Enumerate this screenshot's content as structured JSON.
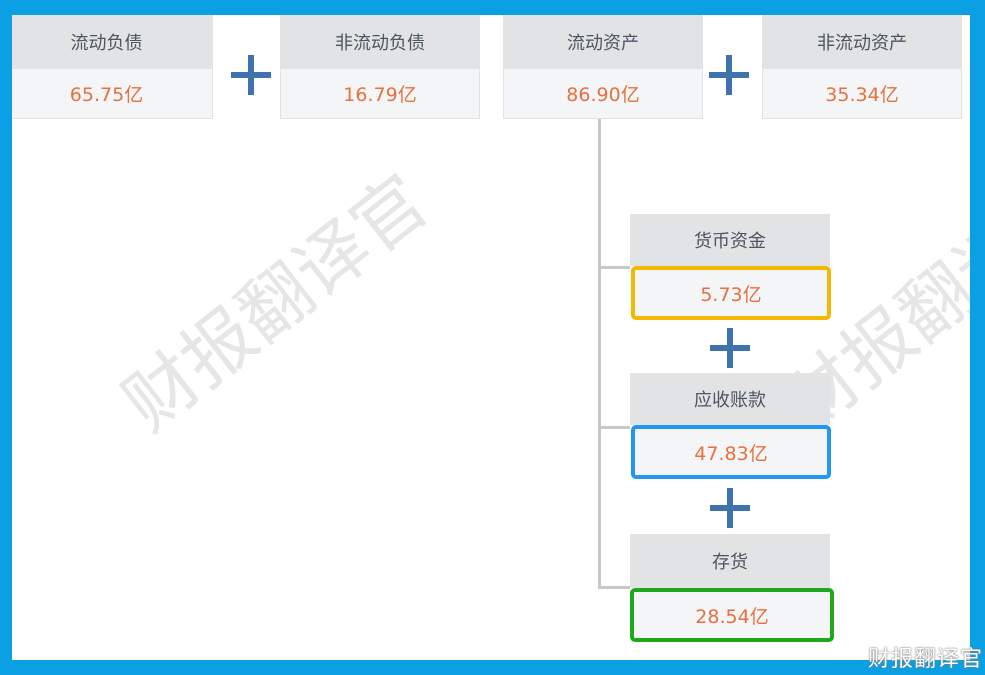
{
  "top_row": [
    {
      "label": "流动负债",
      "value": "65.75亿"
    },
    {
      "label": "非流动负债",
      "value": "16.79亿"
    },
    {
      "label": "流动资产",
      "value": "86.90亿"
    },
    {
      "label": "非流动资产",
      "value": "35.34亿"
    }
  ],
  "breakdown": [
    {
      "label": "货币资金",
      "value": "5.73亿",
      "highlight_color": "#f5b800"
    },
    {
      "label": "应收账款",
      "value": "47.83亿",
      "highlight_color": "#2196f3"
    },
    {
      "label": "存货",
      "value": "28.54亿",
      "highlight_color": "#1ea81e"
    }
  ],
  "operators": {
    "plus": "+"
  },
  "watermark": "财报翻译官",
  "signature": "财报翻译官",
  "colors": {
    "frame": "#0aa0e3",
    "value_text": "#e8703f",
    "plus": "#3e73ad"
  }
}
